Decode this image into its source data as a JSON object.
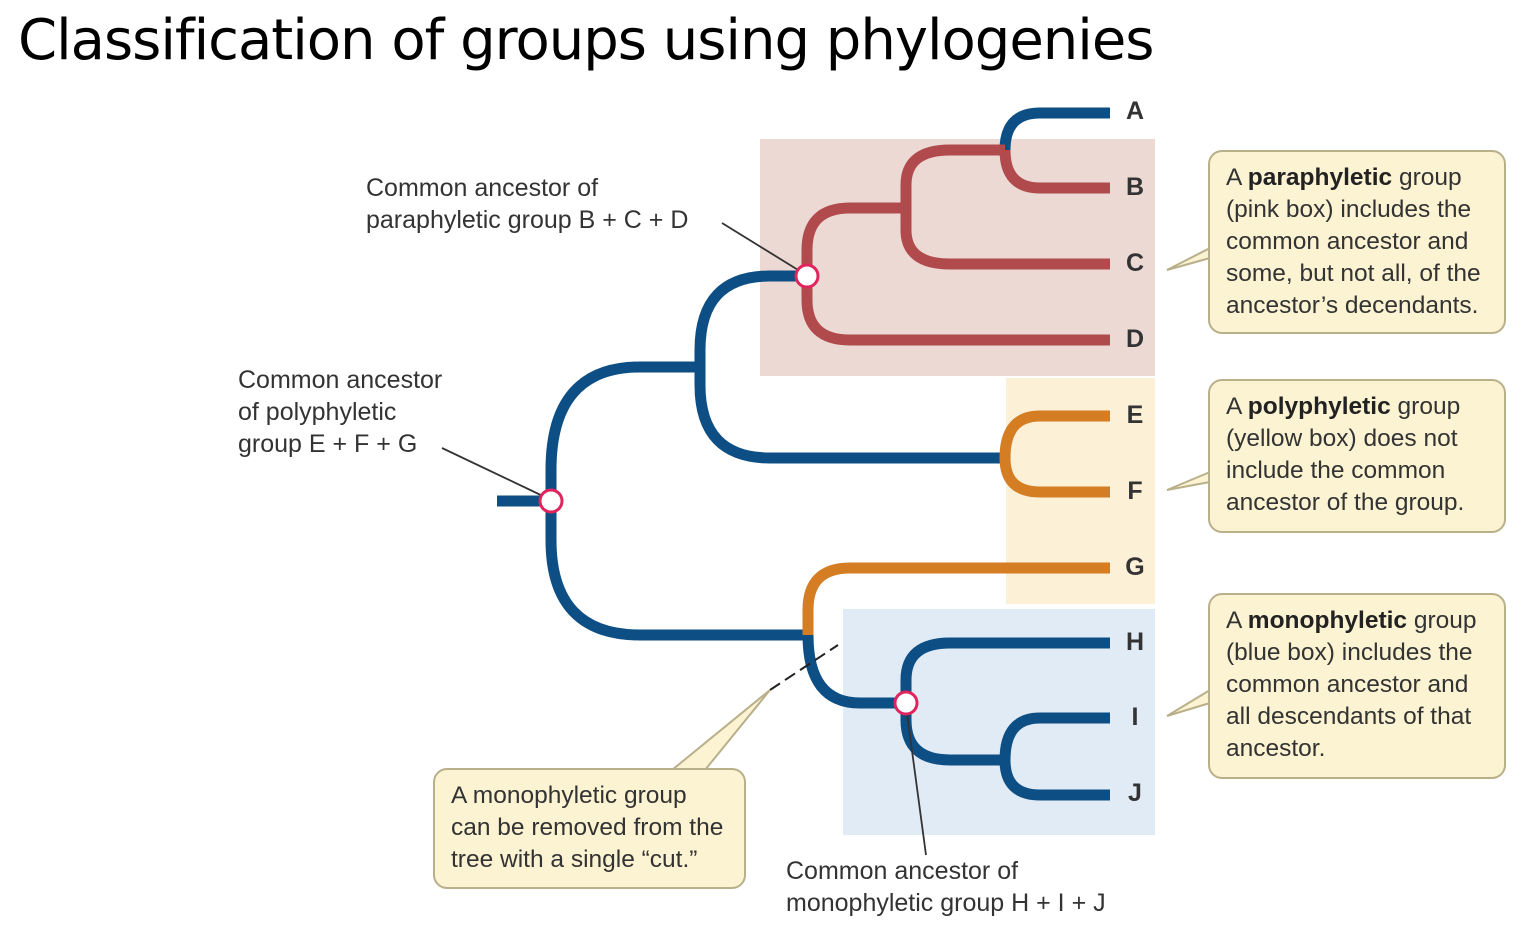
{
  "title": "Classification of groups using phylogenies",
  "tips": [
    "A",
    "B",
    "C",
    "D",
    "E",
    "F",
    "G",
    "H",
    "I",
    "J"
  ],
  "labels": {
    "paraphyletic_ancestor": [
      "Common ancestor of",
      "paraphyletic group B + C + D"
    ],
    "polyphyletic_ancestor": [
      "Common ancestor",
      "of polyphyletic",
      "group E + F + G"
    ],
    "monophyletic_ancestor": [
      "Common ancestor of",
      "monophyletic group H + I + J"
    ]
  },
  "callouts": {
    "paraphyletic": {
      "l1_pre": "A ",
      "l1_bold": "paraphyletic",
      "l1_post": " group",
      "l2": "(pink box) includes the",
      "l3": "common ancestor and",
      "l4": "some, but not all, of the",
      "l5": "ancestor’s decendants."
    },
    "polyphyletic": {
      "l1_pre": "A ",
      "l1_bold": "polyphyletic",
      "l1_post": " group",
      "l2": "(yellow box) does not",
      "l3": "include the common",
      "l4": "ancestor of the group."
    },
    "monophyletic": {
      "l1_pre": "A ",
      "l1_bold": "monophyletic",
      "l1_post": " group",
      "l2": "(blue box) includes the",
      "l3": "common ancestor and",
      "l4": "all descendants of that",
      "l5": "ancestor."
    },
    "cut": {
      "l1": "A monophyletic group",
      "l2": "can be removed from the",
      "l3": "tree with a single “cut.”"
    }
  },
  "colors": {
    "blue_branch": "#0d4f85",
    "red_branch": "#b14a4c",
    "orange_branch": "#d47d23",
    "pink_box": "#ecd9d4",
    "yellow_box": "#fcf0d6",
    "blue_box": "#e1ebf6",
    "node_ring": "#e0245e"
  }
}
